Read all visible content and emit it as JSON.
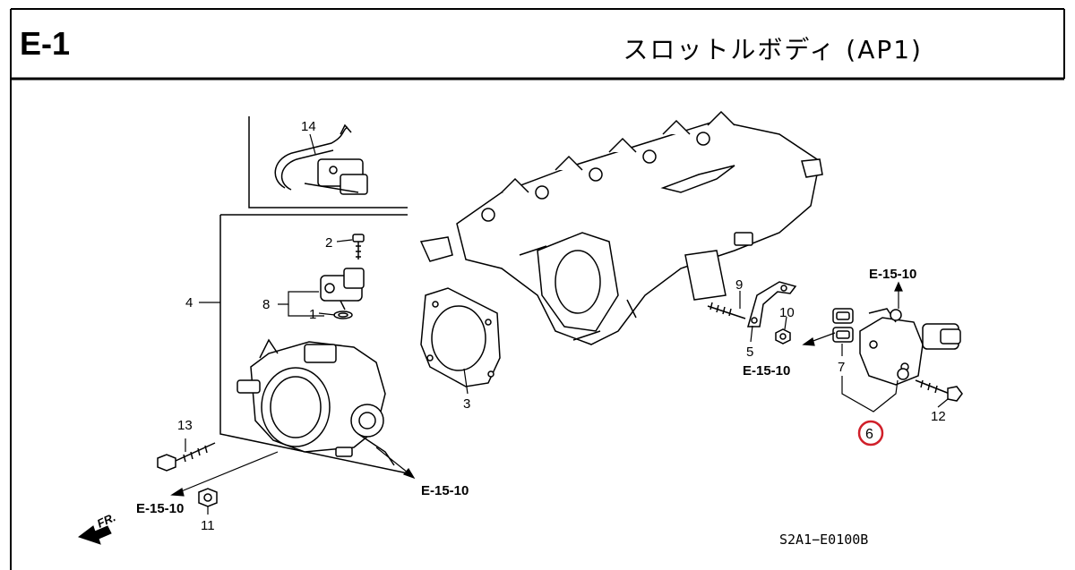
{
  "header": {
    "code": "E-1",
    "title": "スロットルボディ (AP1)"
  },
  "footer": {
    "drawing_code": "S2A1−E0100B"
  },
  "callouts": {
    "c1": "1",
    "c2": "2",
    "c3": "3",
    "c4": "4",
    "c5": "5",
    "c6": "6",
    "c7": "7",
    "c8": "8",
    "c9": "9",
    "c10": "10",
    "c11": "11",
    "c12": "12",
    "c13": "13",
    "c14": "14"
  },
  "references": {
    "ref_top_right": "E-15-10",
    "ref_mid_right": "E-15-10",
    "ref_bottom_center": "E-15-10",
    "ref_bottom_left": "E-15-10"
  },
  "direction": {
    "fr_label": "FR."
  },
  "colors": {
    "line": "#000000",
    "highlight_circle": "#d0202a",
    "background": "#ffffff"
  }
}
